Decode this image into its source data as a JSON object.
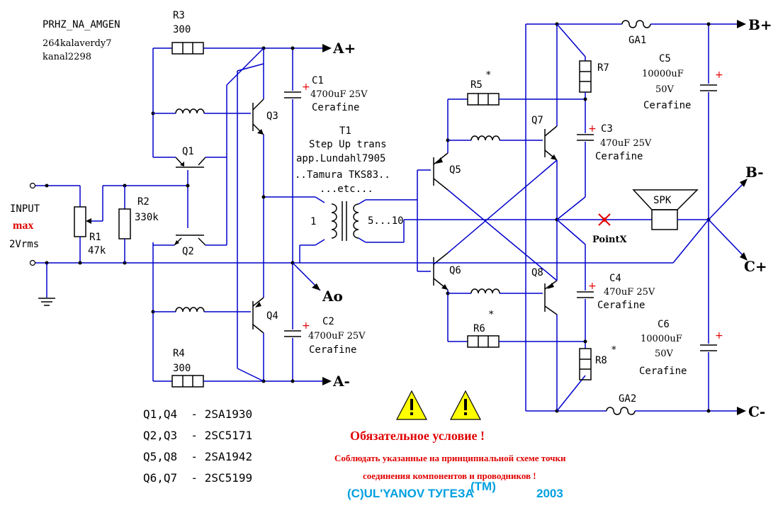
{
  "header": {
    "line1": "PRHZ_NA_AMGEN",
    "line2": "264kalaverdy7",
    "line3": "kanal2298"
  },
  "input": {
    "label": "INPUT",
    "max": "max",
    "level": "2Vrms"
  },
  "components": {
    "R1_name": "R1",
    "R1_val": "47k",
    "R2_name": "R2",
    "R2_val": "330k",
    "R3_name": "R3",
    "R3_val": "300",
    "R4_name": "R4",
    "R4_val": "300",
    "R5_name": "R5",
    "R5_star": "*",
    "R6_name": "R6",
    "R6_star": "*",
    "R7_name": "R7",
    "R8_name": "R8",
    "R8_star": "*",
    "C1_name": "C1",
    "C1_val": "4700uF 25V",
    "C1_brand": "Cerafine",
    "C2_name": "C2",
    "C2_val": "4700uF 25V",
    "C2_brand": "Cerafine",
    "C3_name": "C3",
    "C3_val": "470uF 25V",
    "C3_brand": "Cerafine",
    "C4_name": "C4",
    "C4_val": "470uF 25V",
    "C4_brand": "Cerafine",
    "C5_name": "C5",
    "C5_val": "10000uF",
    "C5_volt": "50V",
    "C5_brand": "Cerafine",
    "C6_name": "C6",
    "C6_val": "10000uF",
    "C6_volt": "50V",
    "C6_brand": "Cerafine",
    "Q1": "Q1",
    "Q2": "Q2",
    "Q3": "Q3",
    "Q4": "Q4",
    "Q5": "Q5",
    "Q6": "Q6",
    "Q7": "Q7",
    "Q8": "Q8",
    "GA1": "GA1",
    "GA2": "GA2",
    "SPK": "SPK",
    "pointx": "PointX"
  },
  "transformer": {
    "name": "T1",
    "line1": "Step Up trans",
    "line2": "app.Lundahl7905",
    "line3": "..Tamura TKS83..",
    "line4": "...etc...",
    "primary": "1",
    "secondary": "5...10"
  },
  "rails": {
    "a_plus": "A+",
    "a_zero": "Ao",
    "a_minus": "A-",
    "b_plus": "B+",
    "b_minus": "B-",
    "c_plus": "C+",
    "c_minus": "C-"
  },
  "parts_list": [
    "Q1,Q4  - 2SA1930",
    "Q2,Q3  - 2SC5171",
    "Q5,Q8  - 2SA1942",
    "Q6,Q7  - 2SC5199"
  ],
  "warning": {
    "title": "Обязательное условие !",
    "line1": "Соблюдать указанные на принципиальной схеме точки",
    "line2": "соединения компонентов и проводников !"
  },
  "copyright": {
    "text": "(C)UL'YANOV ТУГЕЗА",
    "tm": "(TM)",
    "year": "2003"
  },
  "colors": {
    "wire": "#0000cc",
    "component": "#000000",
    "warning_text": "#e00000",
    "copyright": "#00a0e0",
    "warning_icon": "#ffff00"
  }
}
